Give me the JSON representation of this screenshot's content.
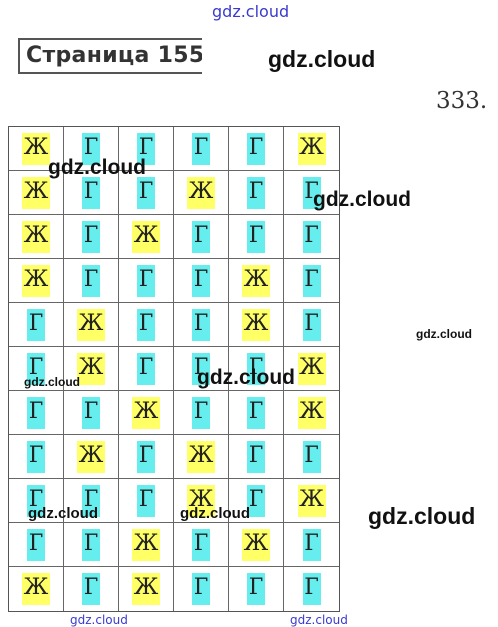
{
  "watermarks": [
    "gdz.cloud",
    "gdz.cloud",
    "gdz.cloud",
    "gdz.cloud",
    "gdz.cloud",
    "gdz.cloud",
    "gdz.cloud",
    "gdz.cloud",
    "gdz.cloud",
    "gdz.cloud",
    "gdz.cloud",
    "gdz.cloud"
  ],
  "page_label": "Страница 155.",
  "problem_number": "333.",
  "colors": {
    "zh_highlight": "#ffff66",
    "g_highlight": "#66eeee"
  },
  "grid": {
    "rows": [
      [
        "Ж",
        "Г",
        "Г",
        "Г",
        "Г",
        "Ж"
      ],
      [
        "Ж",
        "Г",
        "Г",
        "Ж",
        "Г",
        "Г"
      ],
      [
        "Ж",
        "Г",
        "Ж",
        "Г",
        "Г",
        "Г"
      ],
      [
        "Ж",
        "Г",
        "Г",
        "Г",
        "Ж",
        "Г"
      ],
      [
        "Г",
        "Ж",
        "Г",
        "Г",
        "Ж",
        "Г"
      ],
      [
        "Г",
        "Ж",
        "Г",
        "Г",
        "Г",
        "Ж"
      ],
      [
        "Г",
        "Г",
        "Ж",
        "Г",
        "Г",
        "Ж"
      ],
      [
        "Г",
        "Ж",
        "Г",
        "Ж",
        "Г",
        "Г"
      ],
      [
        "Г",
        "Г",
        "Г",
        "Ж",
        "Г",
        "Ж"
      ],
      [
        "Г",
        "Г",
        "Ж",
        "Г",
        "Ж",
        "Г"
      ],
      [
        "Ж",
        "Г",
        "Ж",
        "Г",
        "Г",
        "Г"
      ]
    ]
  }
}
